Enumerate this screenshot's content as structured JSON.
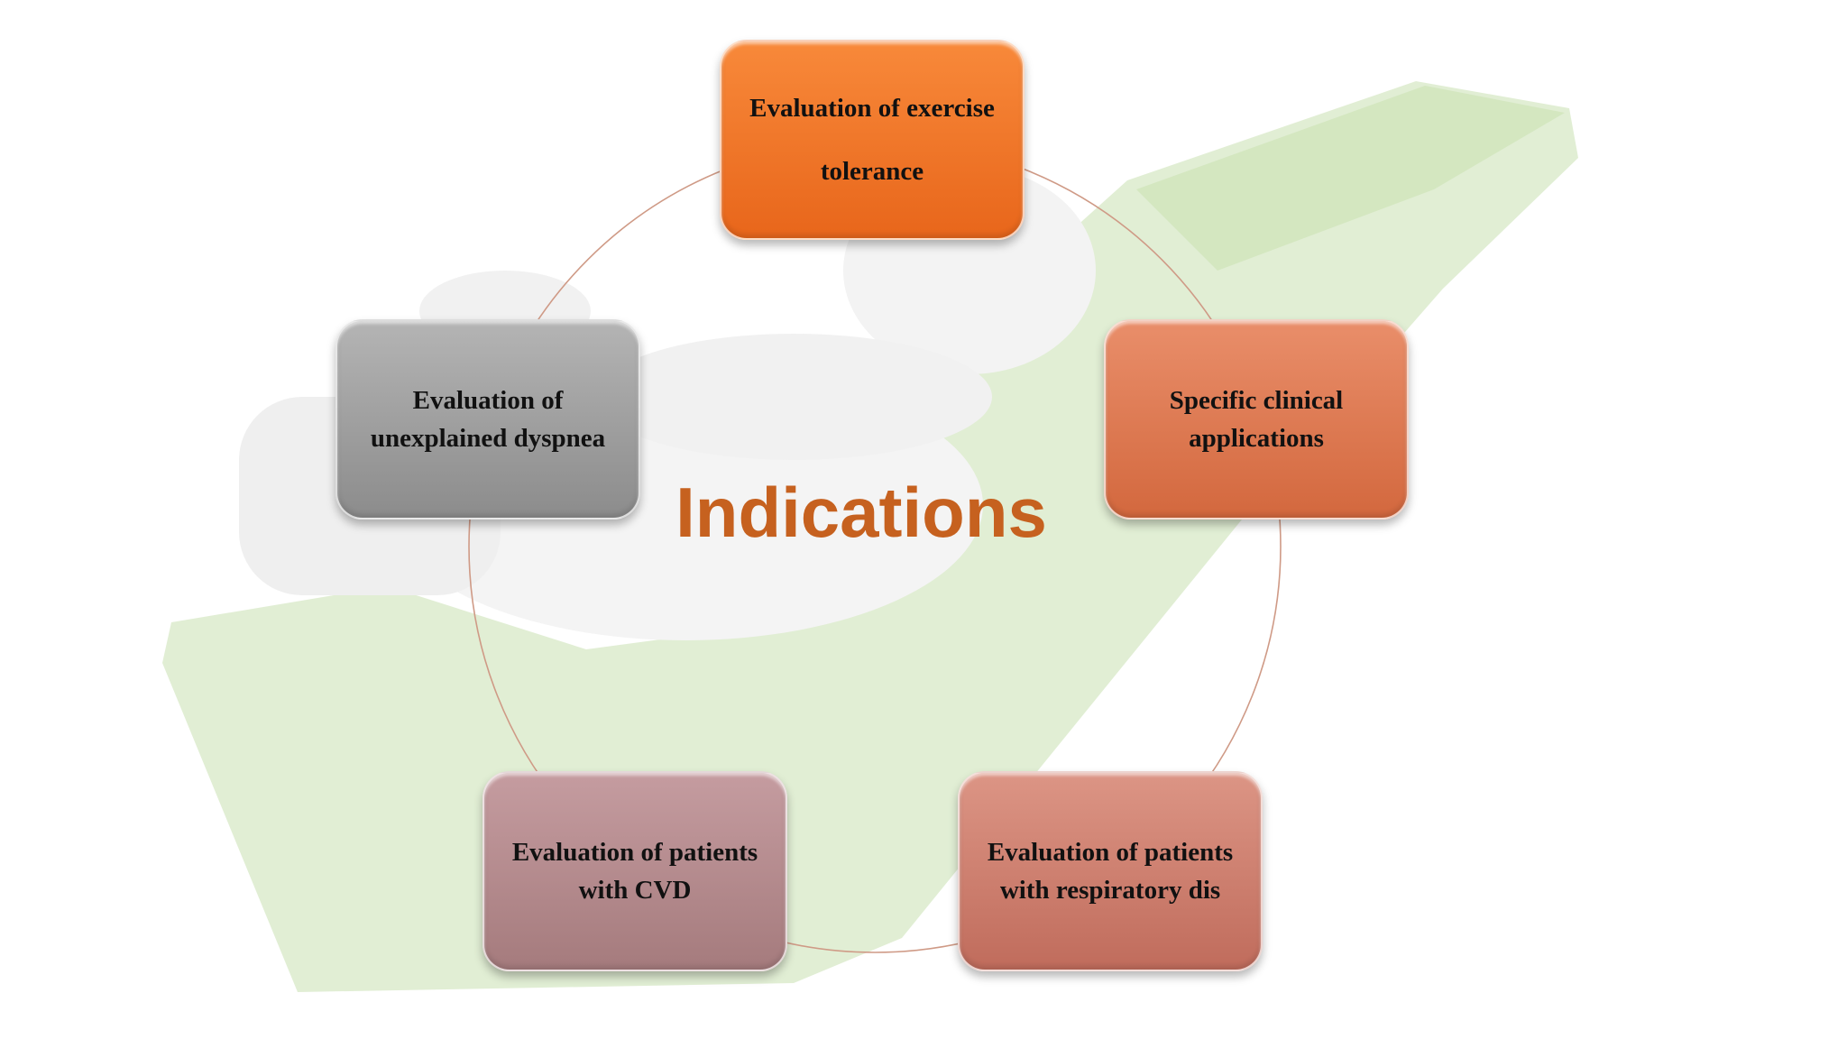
{
  "diagram": {
    "title": "Indications",
    "nodes": [
      {
        "id": "top",
        "lines": [
          "Evaluation of exercise",
          "tolerance"
        ]
      },
      {
        "id": "right",
        "lines": [
          "Specific clinical",
          "applications"
        ]
      },
      {
        "id": "bottom-right",
        "lines": [
          "Evaluation of patients",
          "with respiratory dis"
        ]
      },
      {
        "id": "bottom-left",
        "lines": [
          "Evaluation of patients",
          "with CVD"
        ]
      },
      {
        "id": "left",
        "lines": [
          "Evaluation of",
          "unexplained dyspnea"
        ]
      }
    ]
  },
  "colors": {
    "title": "#c6611f",
    "top_node": "#f07a2a",
    "right_node": "#df7a52",
    "bottom_right_node": "#cf8070",
    "bottom_left_node": "#b58b8e",
    "left_node": "#a0a0a0",
    "background_figure": "#d7eac4"
  }
}
